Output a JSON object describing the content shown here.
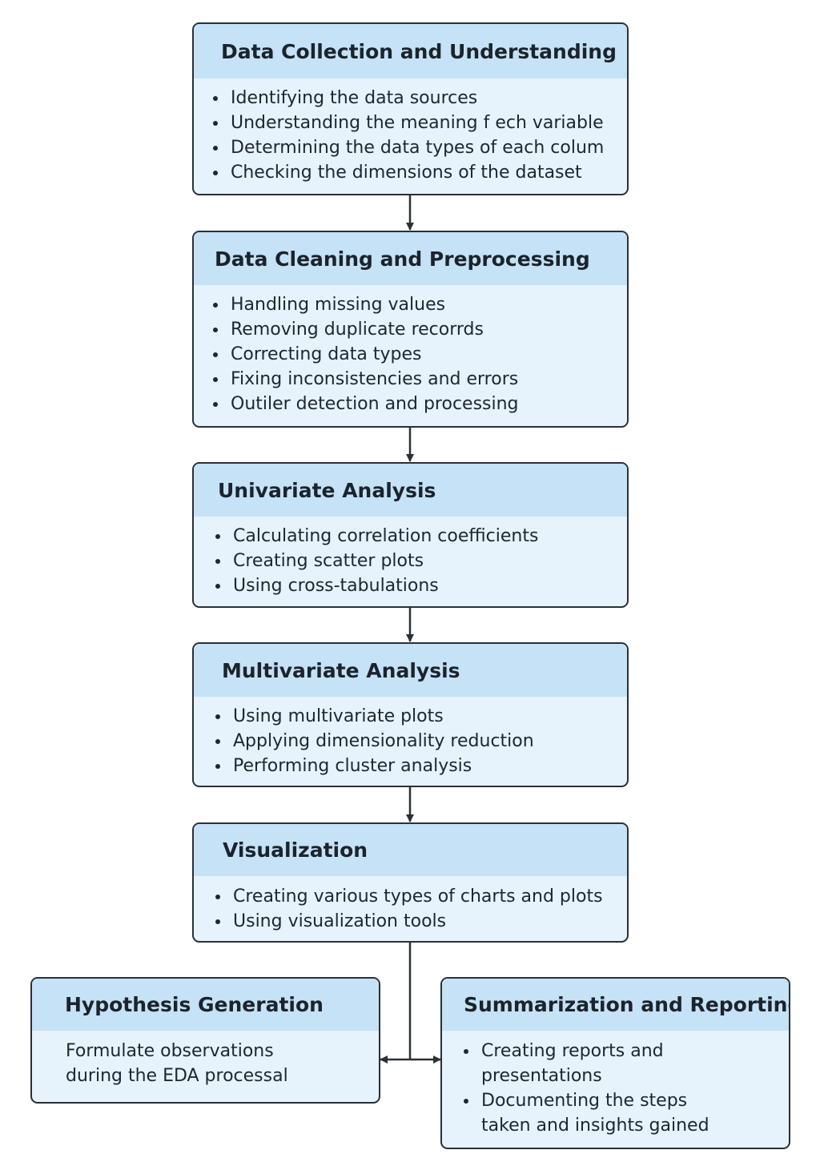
{
  "boxes": {
    "data_collection": {
      "title": "Data Collection and Understanding",
      "items": [
        "Identifying the data sources",
        "Understanding the meaning f ech variable",
        "Determining the data types of each colum",
        "Checking the dimensions of the dataset"
      ]
    },
    "data_cleaning": {
      "title": "Data Cleaning and Preprocessing",
      "items": [
        "Handling missing values",
        "Removing duplicate recorrds",
        "Correcting data types",
        "Fixing inconsistencies and errors",
        "Outiler detection and processing"
      ]
    },
    "univariate": {
      "title": "Univariate Analysis",
      "items": [
        "Calculating correlation coefficients",
        "Creating scatter plots",
        "Using cross-tabulations"
      ]
    },
    "multivariate": {
      "title": "Multivariate Analysis",
      "items": [
        "Using multivariate plots",
        "Applying dimensionality  reduction",
        "Performing cluster analysis"
      ]
    },
    "visualization": {
      "title": "Visualization",
      "items": [
        "Creating various types of charts and plots",
        "Using visualization tools"
      ]
    },
    "hypothesis": {
      "title": "Hypothesis Generation",
      "text_lines": [
        "Formulate observations",
        "during the EDA processal"
      ]
    },
    "summarization": {
      "title": "Summarization and Reporting",
      "items": [
        "Creating reports and presentations",
        "Documenting the steps taken and insights gained"
      ]
    }
  },
  "colors": {
    "box_fill": "#e6f3fc",
    "header_fill": "#c5e2f6",
    "border": "#2a3038",
    "text": "#1e2630"
  }
}
